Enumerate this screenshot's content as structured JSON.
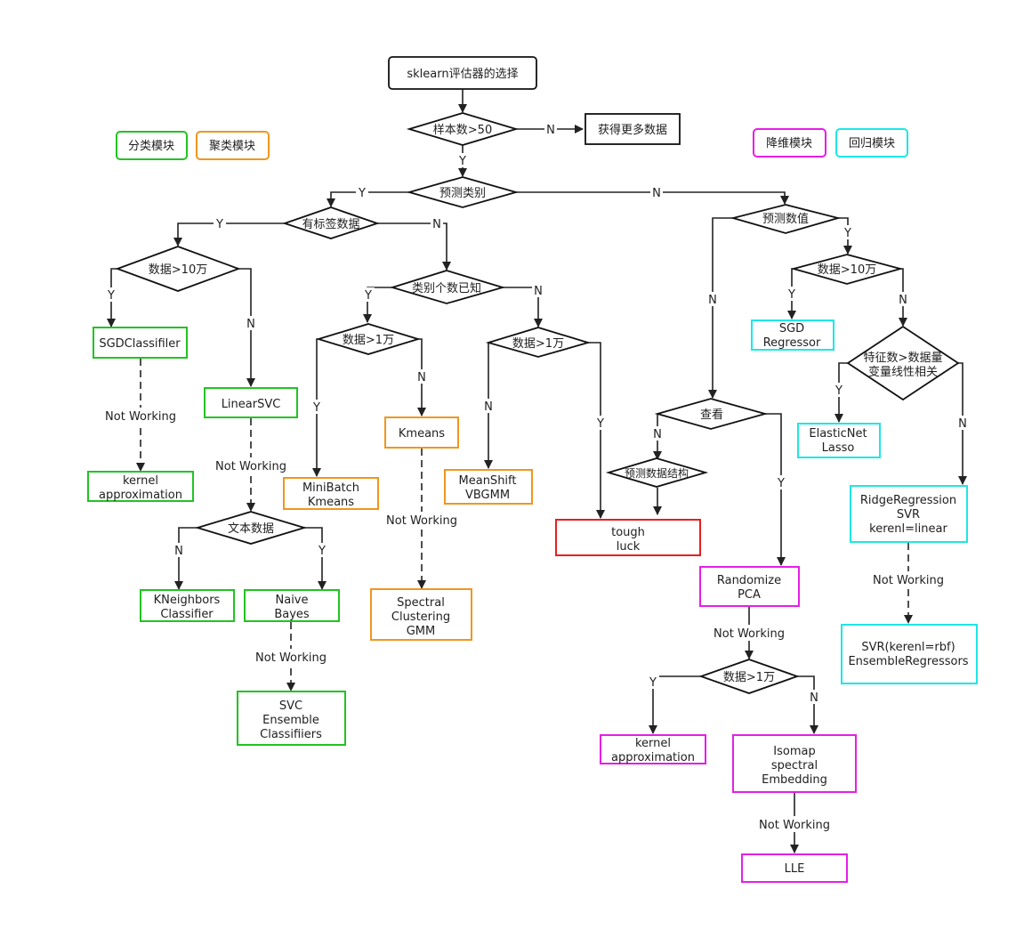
{
  "colors": {
    "classification": "#22c322",
    "clustering": "#f0961e",
    "dimensionality_reduction": "#e61ee6",
    "regression": "#1ee6e6",
    "neutral": "#111111",
    "dead_end": "#e61e1e"
  },
  "legend": {
    "classification": "分类模块",
    "clustering": "聚类模块",
    "dimensionality_reduction": "降维模块",
    "regression": "回归模块"
  },
  "nodes": {
    "start": "sklearn评估器的选择",
    "samples_gt_50": "样本数>50",
    "get_more_data": "获得更多数据",
    "predict_category": "预测类别",
    "labeled_data": "有标签数据",
    "data_gt_100k_cls": "数据>10万",
    "sgd_classifier": "SGDClassifiler",
    "kernel_approx_cls": [
      "kernel",
      "approximation"
    ],
    "linear_svc": "LinearSVC",
    "text_data": "文本数据",
    "kneighbors": [
      "KNeighbors",
      "Classifier"
    ],
    "naive_bayes": [
      "Naive",
      "Bayes"
    ],
    "svc_ensemble": [
      "SVC",
      "Ensemble",
      "Classifiiers"
    ],
    "num_classes_known": "类别个数已知",
    "data_gt_10k_known": "数据>1万",
    "minibatch_kmeans": [
      "MiniBatch",
      "Kmeans"
    ],
    "kmeans": "Kmeans",
    "spectral_gmm": [
      "Spectral",
      "Clustering",
      "GMM"
    ],
    "data_gt_10k_unknown": "数据>1万",
    "meanshift": [
      "MeanShift",
      "VBGMM"
    ],
    "tough_luck": [
      "tough",
      "luck"
    ],
    "predict_value": "预测数值",
    "look": "查看",
    "predict_structure": "预测数据结构",
    "randomize_pca": [
      "Randomize",
      "PCA"
    ],
    "data_gt_10k_dr": "数据>1万",
    "kernel_approx_dr": [
      "kernel",
      "approximation"
    ],
    "isomap": [
      "Isomap",
      "spectral",
      "Embedding"
    ],
    "lle": "LLE",
    "data_gt_100k_reg": "数据>10万",
    "sgd_regressor": [
      "SGD",
      "Regressor"
    ],
    "features_check": [
      "特征数>数据量",
      "变量线性相关"
    ],
    "elasticnet": [
      "ElasticNet",
      "Lasso"
    ],
    "ridge": [
      "RidgeRegression",
      "SVR",
      "kerenl=linear"
    ],
    "svr_rbf": [
      "SVR(kerenl=rbf)",
      "EnsembleRegressors"
    ]
  },
  "edge_labels": {
    "yes": "Y",
    "no": "N",
    "not_working": "Not Working"
  }
}
